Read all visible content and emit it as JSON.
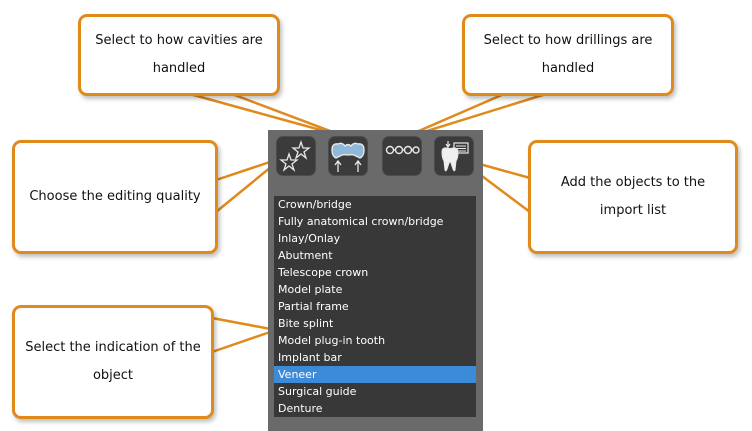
{
  "callouts": {
    "cavities": "Select to how cavities are handled",
    "drillings": "Select to how drillings are handled",
    "quality": "Choose the editing quality",
    "import": "Add the objects to the import list",
    "indication": "Select the indication of the object"
  },
  "toolbar": {
    "icons": [
      "stars-icon",
      "cavity-bridge-icon",
      "drilling-icon",
      "tooth-list-icon"
    ]
  },
  "indications": {
    "items": [
      "Crown/bridge",
      "Fully anatomical crown/bridge",
      "Inlay/Onlay",
      "Abutment",
      "Telescope crown",
      "Model plate",
      "Partial frame",
      "Bite splint",
      "Model plug-in tooth",
      "Implant bar",
      "Veneer",
      "Surgical guide",
      "Denture"
    ],
    "selected": "Veneer"
  },
  "colors": {
    "accent": "#e08a1c",
    "selection": "#3c8bd9",
    "panel": "#6a6a6a",
    "list_bg": "#383838"
  }
}
